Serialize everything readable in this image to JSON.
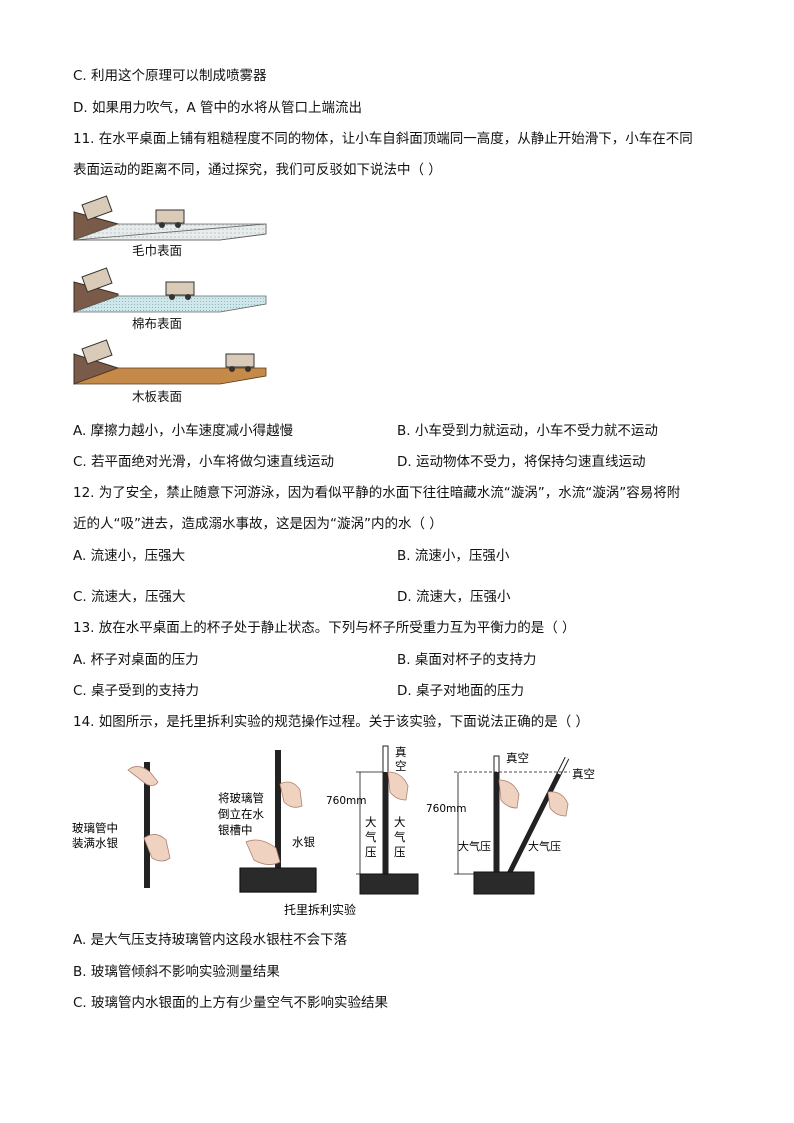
{
  "q10": {
    "opt_c": "C. 利用这个原理可以制成喷雾器",
    "opt_d": "D. 如果用力吹气，A 管中的水将从管口上端流出"
  },
  "q11": {
    "stem_1": "11. 在水平桌面上铺有粗糙程度不同的物体，让小车自斜面顶端同一高度，从静止开始滑下，小车在不同",
    "stem_2": "表面运动的距离不同，通过探究，我们可反驳如下说法中（    ）",
    "captions": [
      "毛巾表面",
      "棉布表面",
      "木板表面"
    ],
    "opt_a": "A. 摩擦力越小，小车速度减小得越慢",
    "opt_b": "B. 小车受到力就运动，小车不受力就不运动",
    "opt_c": "C. 若平面绝对光滑，小车将做匀速直线运动",
    "opt_d": "D. 运动物体不受力，将保持匀速直线运动"
  },
  "q12": {
    "stem_1": "12. 为了安全，禁止随意下河游泳，因为看似平静的水面下往往暗藏水流“漩涡”，水流“漩涡”容易将附",
    "stem_2": "近的人“吸”进去，造成溺水事故，这是因为“漩涡”内的水（        ）",
    "opt_a": "A. 流速小，压强大",
    "opt_b": "B. 流速小，压强小",
    "opt_c": "C. 流速大，压强大",
    "opt_d": "D. 流速大，压强小"
  },
  "q13": {
    "stem": "13. 放在水平桌面上的杯子处于静止状态。下列与杯子所受重力互为平衡力的是（        ）",
    "opt_a": "A. 杯子对桌面的压力",
    "opt_b": "B. 桌面对杯子的支持力",
    "opt_c": "C. 桌子受到的支持力",
    "opt_d": "D. 桌子对地面的压力"
  },
  "q14": {
    "stem": "14. 如图所示，是托里拆利实验的规范操作过程。关于该实验，下面说法正确的是（        ）",
    "fig": {
      "label_fill_1": "玻璃管中",
      "label_fill_2": "装满水银",
      "label_invert_1": "将玻璃管",
      "label_invert_2": "倒立在水",
      "label_invert_3": "银槽中",
      "label_mercury": "水银",
      "label_vacuum_1": "真",
      "label_vacuum_2": "空",
      "label_760": "760mm",
      "label_atm_1": "大",
      "label_atm_2": "气",
      "label_atm_3": "压",
      "label_vacuum_h": "真空",
      "label_760b": "760mm",
      "label_atm_h": "大气压",
      "label_vacuum_tilt": "真空",
      "label_atm_tilt": "大气压",
      "caption": "托里拆利实验"
    },
    "opt_a": "A. 是大气压支持玻璃管内这段水银柱不会下落",
    "opt_b": "B. 玻璃管倾斜不影响实验测量结果",
    "opt_c": "C. 玻璃管内水银面的上方有少量空气不影响实验结果"
  }
}
